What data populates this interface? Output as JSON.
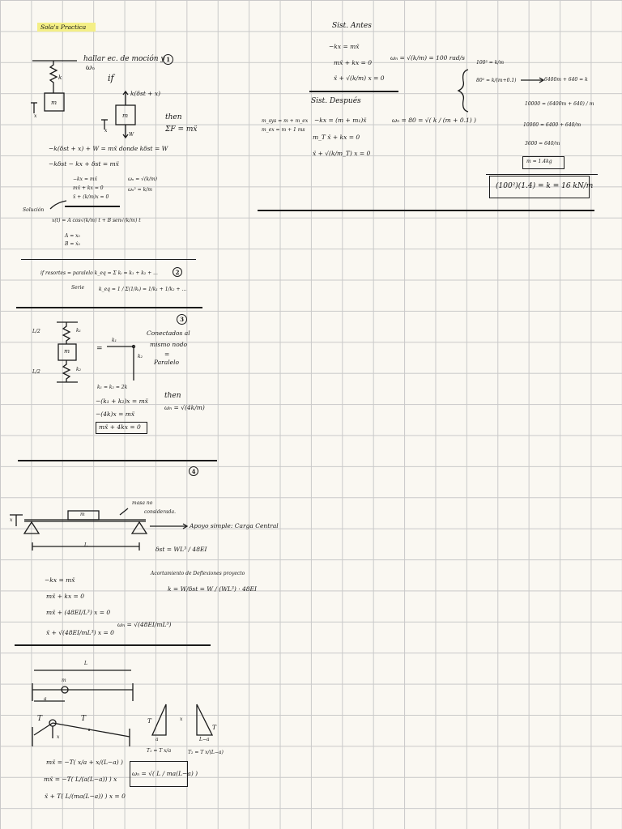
{
  "header": {
    "title": "Sola's Practica"
  },
  "problem1": {
    "number": "1",
    "statement_l1": "hallar ec. de moción y",
    "statement_l2": "ωₙ",
    "if": "if",
    "spring_label": "k",
    "mass": "m",
    "x": "x",
    "force_label": "k(δst + x)",
    "weight": "W",
    "then": "then",
    "sumF": "ΣF = mẍ",
    "eq1": "−k(δst + x) + W = mẍ   donde   kδst = W",
    "eq2": "−kδst − kx + δst = mẍ",
    "eq3": "−kx = mẍ",
    "eq4": "mẍ + kx = 0",
    "eq5": "ẍ + (k/m)x = 0",
    "wn1": "ωₙ = √(k/m)",
    "wn2": "ωₙ² = k/m",
    "solution_label": "Solución",
    "solution": "x(t) = A cos√(k/m) t + B sen√(k/m) t",
    "A": "A = x₀",
    "B": "B = ẋ₀"
  },
  "problem2": {
    "number": "2",
    "line1": "if  resortes = paralelo     k_eq = Σ kᵢ = k₁ + k₂ + ...",
    "series": "Serie",
    "line2": "k_eq = 1 / Σ(1/kᵢ)   = 1/k₁ + 1/k₂ + ..."
  },
  "problem3": {
    "number": "3",
    "L_top": "L/2",
    "L_bot": "L/2",
    "k1": "k₁",
    "k2": "k₂",
    "mass": "m",
    "equals": "=",
    "k1_right": "k₁",
    "k2_right": "k₂",
    "note1": "Conectados al",
    "note2": "mismo nodo",
    "note3": "=",
    "note4": "Paralelo",
    "eq1": "k₁ = k₂ = 2k",
    "eq2": "−(k₁ + k₂)x = mẍ",
    "eq3": "−(4k)x = mẍ",
    "boxed": "mẍ + 4kx = 0",
    "then": "then",
    "wn": "ωₙ = √(4k/m)"
  },
  "problem4": {
    "number": "4",
    "mass": "m",
    "x": "x",
    "massless1": "masa no",
    "massless2": "considerada.",
    "support": "Apoyo simple: Carga Central",
    "L": "L",
    "delta": "δst = WL³ / 48EI",
    "deflection_label": "Acortamiento de Deflexiones proyecto",
    "k_eq": "k = W/δst = W / (WL³) · 48EI",
    "eq1": "−kx = mẍ",
    "eq2": "mẍ + kx = 0",
    "eq3": "mẍ + (48EI/L³) x = 0",
    "eq4": "ẍ + √(48EI/mL³) x = 0",
    "wn": "ωₙ = √(48EI/mL³)"
  },
  "problem5": {
    "L": "L",
    "m": "m",
    "a": "a",
    "T1": "T",
    "T2": "T",
    "x": "x",
    "tri_T1": "T",
    "tri_x": "x",
    "tri_a": "a",
    "tri_T2": "T",
    "tri_La": "L−a",
    "eqT1": "T₁ = T x/a",
    "eqT2": "T₂ = T x/(L−a)",
    "eq1": "mẍ = −T( x/a + x/(L−a) )",
    "eq2": "mẍ = −T( L/(a(L−a)) ) x",
    "eq3": "ẍ + T( L/(ma(L−a)) ) x = 0",
    "wn": "ωₙ = √( L / ma(L−a) )"
  },
  "right": {
    "before_title": "Sist. Antes",
    "b_eq1": "−kx = mẍ",
    "b_eq2": "mẍ + kx = 0",
    "b_eq3": "ẍ + √(k/m) x = 0",
    "b_wn": "ωₙ = √(k/m) = 100 rad/s",
    "after_title": "Sist. Después",
    "mass_note": "m_sys = m + m_ex",
    "mass_note2": "m_ex = m + 1 ms",
    "a_eq1": "−kx = (m + m₁)ẍ",
    "a_eq2": "m_T ẍ + kx = 0",
    "a_eq3": "ẍ + √(k/m_T) x = 0",
    "a_wn": "ωₙ = 80 = √( k / (m + 0.1) )",
    "r1": "100² = k/m",
    "r2": "80² = k/(m+0.1)",
    "r_result": "6400m + 640 = k",
    "r3": "10000 = (6400m + 640) / m",
    "r4": "10000 = 6400 + 640/m",
    "r5": "3600 = 640/m",
    "r6": "m = 1.4kg",
    "final": "(100²)(1.4) = k = 16 kN/m"
  }
}
